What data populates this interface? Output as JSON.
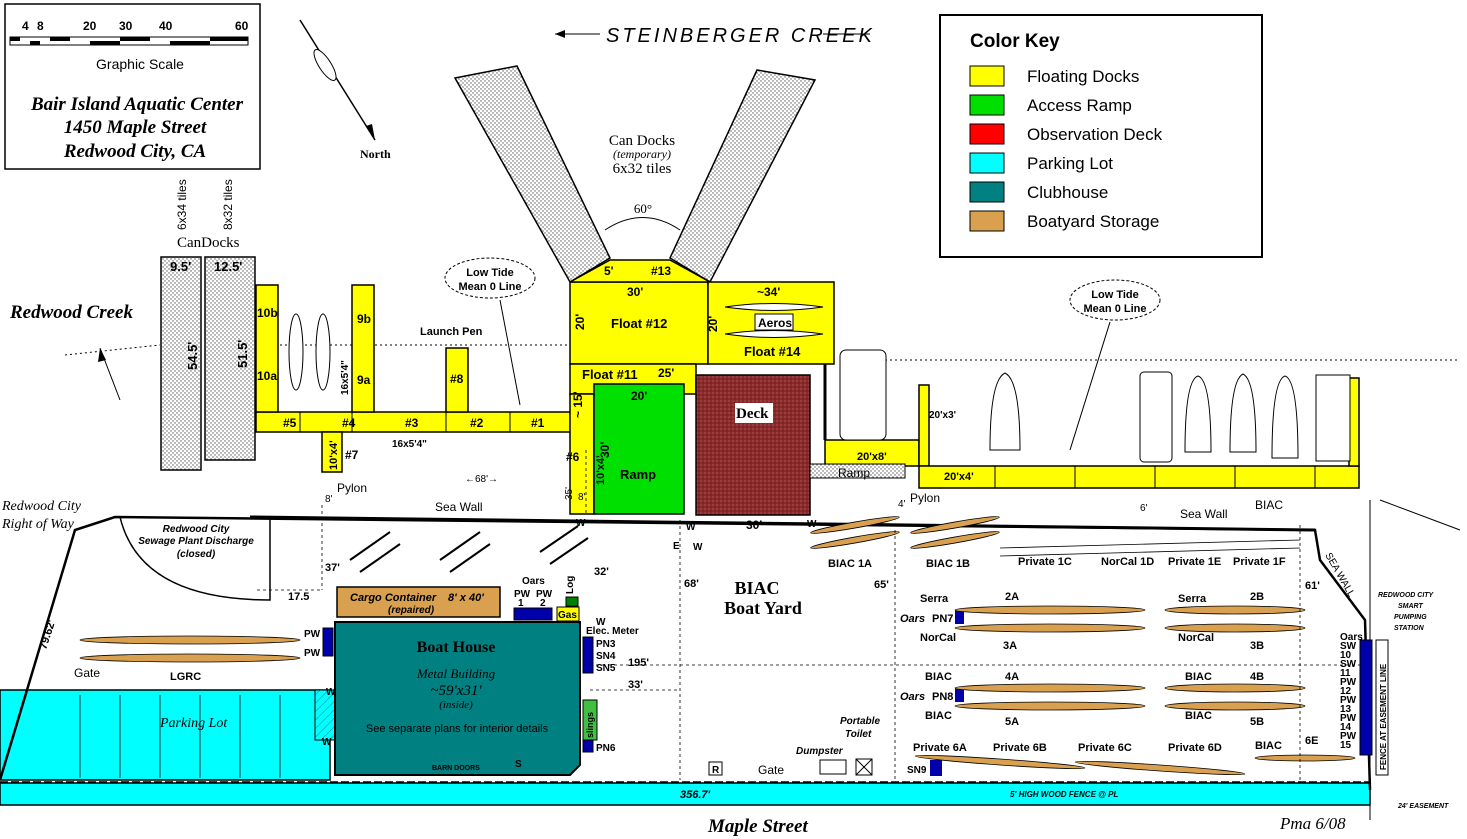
{
  "scale": {
    "ticks": [
      "4",
      "8",
      "20",
      "30",
      "40",
      "60"
    ],
    "label": "Graphic Scale"
  },
  "title": {
    "line1": "Bair Island Aquatic Center",
    "line2": "1450 Maple Street",
    "line3": "Redwood City, CA"
  },
  "north_label": "North",
  "creek_top": "STEINBERGER CREEK",
  "creek_left": "Redwood Creek",
  "street": "Maple Street",
  "signature": "Pma 6/08",
  "color_key": {
    "heading": "Color Key",
    "items": [
      {
        "label": "Floating Docks",
        "color": "#ffff00"
      },
      {
        "label": "Access Ramp",
        "color": "#00e000"
      },
      {
        "label": "Observation Deck",
        "color": "#ff0000"
      },
      {
        "label": "Parking Lot",
        "color": "#00ffff"
      },
      {
        "label": "Clubhouse",
        "color": "#008080"
      },
      {
        "label": "Boatyard Storage",
        "color": "#d9a050"
      }
    ]
  },
  "can_docks_temp": {
    "line1": "Can Docks",
    "line2": "(temporary)",
    "line3": "6x32 tiles",
    "angle": "60°"
  },
  "can_docks_left": {
    "heading": "CanDocks",
    "tile1": "6x34 tiles",
    "tile2": "8x32 tiles",
    "w1": "9.5'",
    "w2": "12.5'",
    "h1": "54.5'",
    "h2": "51.5'"
  },
  "low_tide_1": {
    "line1": "Low Tide",
    "line2": "Mean 0 Line"
  },
  "low_tide_2": {
    "line1": "Low Tide",
    "line2": "Mean 0 Line"
  },
  "docks": {
    "d5": "#5",
    "d4": "#4",
    "d3": "#3",
    "d2": "#2",
    "d1": "#1",
    "d6": "#6",
    "d7": "#7",
    "d8": "#8",
    "d9a": "9a",
    "d9b": "9b",
    "d10a": "10a",
    "d10b": "10b",
    "d16x54a": "16x5'4\"",
    "d16x54b": "16x5'4\"",
    "d10x4": "10'x4'",
    "d10x4b": "10'x4'",
    "launch_pen": "Launch Pen",
    "d13": "#13",
    "d13w": "5'",
    "f12": "Float #12",
    "f12w": "30'",
    "f12h": "20'",
    "f14": "Float #14",
    "f14w": "~34'",
    "f14h": "20'",
    "aeros": "Aeros",
    "f11": "Float #11",
    "f11w": "25'",
    "f11h": "~ 15'",
    "ramp": "Ramp",
    "ramp_w": "20'",
    "ramp_h": "30'",
    "deck": "Deck",
    "deck_w": "30'",
    "ramp2": "Ramp",
    "d20x8": "20'x8'",
    "d20x3": "20'x3'",
    "d20x4": "20'x4'"
  },
  "labels": {
    "pylon1": "Pylon",
    "pylon2": "Pylon",
    "seawall1": "Sea Wall",
    "seawall2": "Sea Wall",
    "seawall3": "SEA WALL",
    "m8": "8'",
    "m68a": "←68'→",
    "m35": "35'",
    "m8b": "8'",
    "m4": "4'",
    "m6": "6'",
    "row1": "Redwood City",
    "row2": "Right of Way",
    "sewage1": "Redwood City",
    "sewage2": "Sewage Plant Discharge",
    "sewage3": "(closed)",
    "m37": "37'",
    "m175": "17.5",
    "m7962": "79.62'",
    "cargo": "Cargo Container",
    "cargo_size": "8' x 40'",
    "cargo_sub": "(repaired)",
    "oars": "Oars",
    "pw1": "PW",
    "pw2": "PW",
    "n1": "1",
    "n2": "2",
    "log": "Log",
    "gas": "Gas",
    "m32": "32'",
    "elec": "Elec. Meter",
    "boathouse": "Boat House",
    "metal": "Metal Building",
    "size": "~59'x31'",
    "inside": "(inside)",
    "plans": "See separate plans for interior details",
    "pn3": "PN3",
    "sn4": "SN4",
    "sn5": "SN5",
    "pn6": "PN6",
    "slings": "slings",
    "m195": "195'",
    "m33": "33'",
    "barn": "BARN DOORS",
    "s": "S",
    "pw_left1": "PW",
    "pw_left2": "PW",
    "gate1": "Gate",
    "lgrc": "LGRC",
    "parking": "Parking Lot",
    "w1": "W",
    "w2": "W",
    "w3": "W",
    "w4": "W",
    "w5": "W",
    "w6": "W",
    "e": "E",
    "w7": "W",
    "m68": "68'",
    "biac1": "BIAC",
    "biac2": "Boat Yard",
    "m65": "65'",
    "m61": "61'",
    "r": "R",
    "gate2": "Gate",
    "dumpster": "Dumpster",
    "toilet1": "Portable",
    "toilet2": "Toilet",
    "m3567": "356.7'",
    "fence": "5' HIGH WOOD FENCE @ PL",
    "easement": "24' EASEMENT",
    "fence_easement": "FENCE AT EASEMENT LINE",
    "pump1": "REDWOOD CITY",
    "pump2": "SMART",
    "pump3": "PUMPING",
    "pump4": "STATION",
    "biac_top": "BIAC"
  },
  "racks": {
    "biac1a": "BIAC 1A",
    "biac1b": "BIAC 1B",
    "p1c": "Private 1C",
    "nc1d": "NorCal 1D",
    "p1e": "Private 1E",
    "p1f": "Private 1F",
    "serra1": "Serra",
    "r2a": "2A",
    "oars_pn7": "Oars",
    "pn7": "PN7",
    "norcal1": "NorCal",
    "r3a": "3A",
    "serra2": "Serra",
    "r2b": "2B",
    "norcal2": "NorCal",
    "r3b": "3B",
    "biac4a": "BIAC",
    "r4a": "4A",
    "oars_pn8": "Oars",
    "pn8": "PN8",
    "biac5a": "BIAC",
    "r5a": "5A",
    "biac4b": "BIAC",
    "r4b": "4B",
    "biac5b": "BIAC",
    "r5b": "5B",
    "p6a": "Private 6A",
    "p6b": "Private  6B",
    "p6c": "Private 6C",
    "p6d": "Private 6D",
    "biac6": "BIAC",
    "r6e": "6E",
    "sn9": "SN9"
  },
  "right_rack": [
    "Oars",
    "SW",
    "10",
    "SW",
    "11",
    "PW",
    "12",
    "PW",
    "13",
    "PW",
    "14",
    "PW",
    "15"
  ]
}
